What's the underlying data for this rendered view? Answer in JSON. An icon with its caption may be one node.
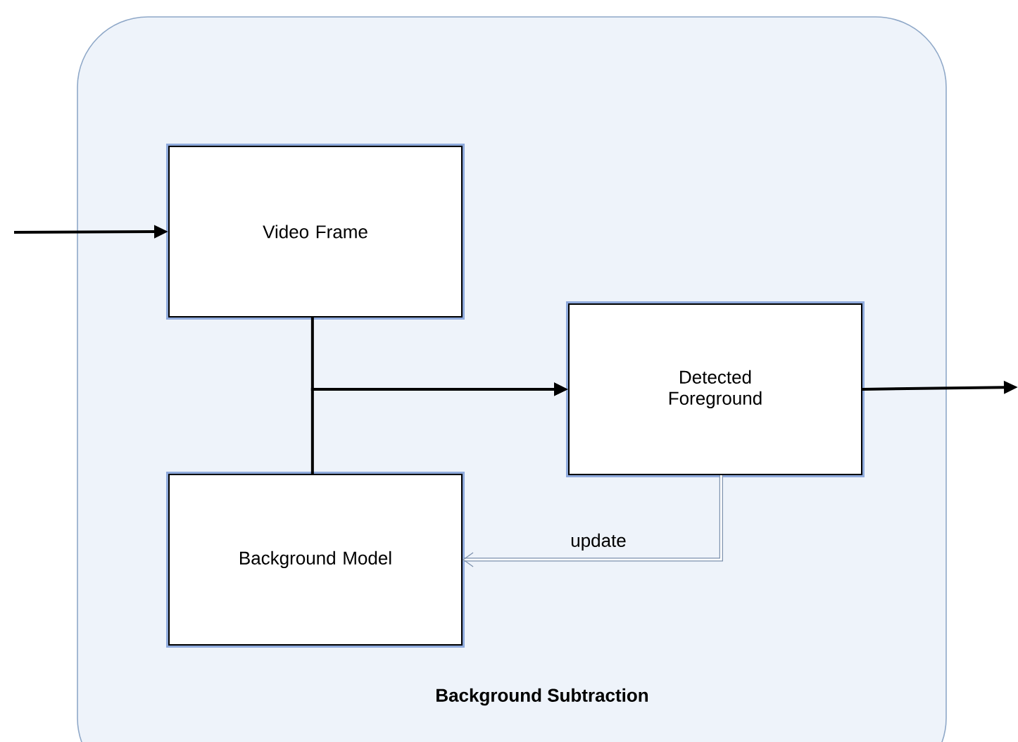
{
  "diagram": {
    "nodes": [
      {
        "text": [
          "Background Subtraction"
        ]
      },
      {
        "text": [
          "Video Frame"
        ],
        "in": 0
      },
      {
        "text": [
          "Detected Foreground"
        ],
        "in": 0
      },
      {
        "text": [
          "Background Model"
        ],
        "in": 0
      }
    ],
    "edges": [
      {
        "from": null,
        "to": 1,
        "arrow": "to"
      },
      {
        "from": 1,
        "to": 2,
        "arrow": "to"
      },
      {
        "from": 3,
        "to": 2,
        "arrow": "to"
      },
      {
        "from": 2,
        "to": 3,
        "arrow": "to",
        "label": "update",
        "color": "#7a8fac"
      },
      {
        "from": 2,
        "to": null,
        "arrow": "to"
      }
    ]
  }
}
